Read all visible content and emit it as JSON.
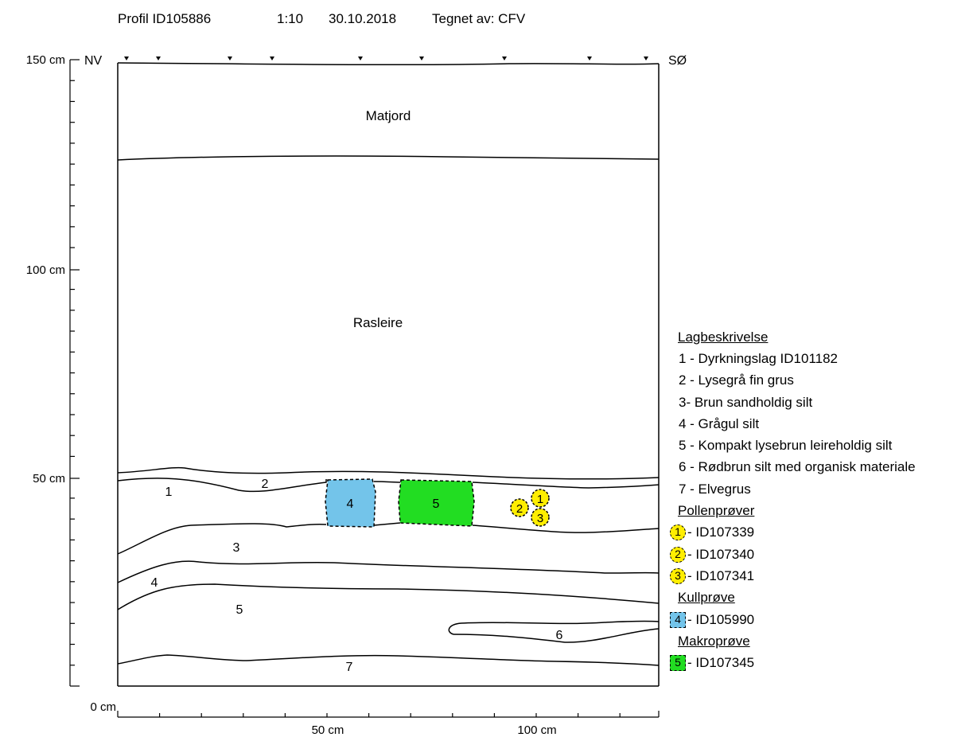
{
  "header": {
    "profile": "Profil ID105886",
    "scale": "1:10",
    "date": "30.10.2018",
    "drawn_by": "Tegnet av: CFV"
  },
  "directions": {
    "left": "NV",
    "right": "SØ"
  },
  "axis": {
    "y_labels": [
      "150 cm",
      "100 cm",
      "50 cm",
      "0 cm"
    ],
    "x_labels": [
      "50 cm",
      "100 cm"
    ]
  },
  "layers": {
    "matjord": "Matjord",
    "rasleire": "Rasleire",
    "numbers": [
      "1",
      "2",
      "3",
      "4",
      "5",
      "6",
      "7"
    ]
  },
  "samples_in_profile": {
    "kull": "4",
    "makro": "5",
    "pollen": [
      "1",
      "2",
      "3"
    ]
  },
  "legend": {
    "title": "Lagbeskrivelse",
    "items": [
      "1 - Dyrkningslag ID101182",
      "2 - Lysegrå fin grus",
      "3- Brun sandholdig silt",
      "4 - Grågul silt",
      "5 - Kompakt lysebrun leireholdig silt",
      "6 - Rødbrun silt med organisk materiale",
      "7 - Elvegrus"
    ],
    "pollen_title": "Pollenprøver",
    "pollen": [
      {
        "num": "1",
        "label": " - ID107339"
      },
      {
        "num": "2",
        "label": " - ID107340"
      },
      {
        "num": "3",
        "label": " - ID107341"
      }
    ],
    "kull_title": "Kullprøve",
    "kull": {
      "num": "4",
      "label": " - ID105990"
    },
    "makro_title": "Makroprøve",
    "makro": {
      "num": "5",
      "label": " - ID107345"
    }
  },
  "colors": {
    "pollen": "#ffee00",
    "kull": "#73c4ea",
    "makro": "#22dd22"
  }
}
